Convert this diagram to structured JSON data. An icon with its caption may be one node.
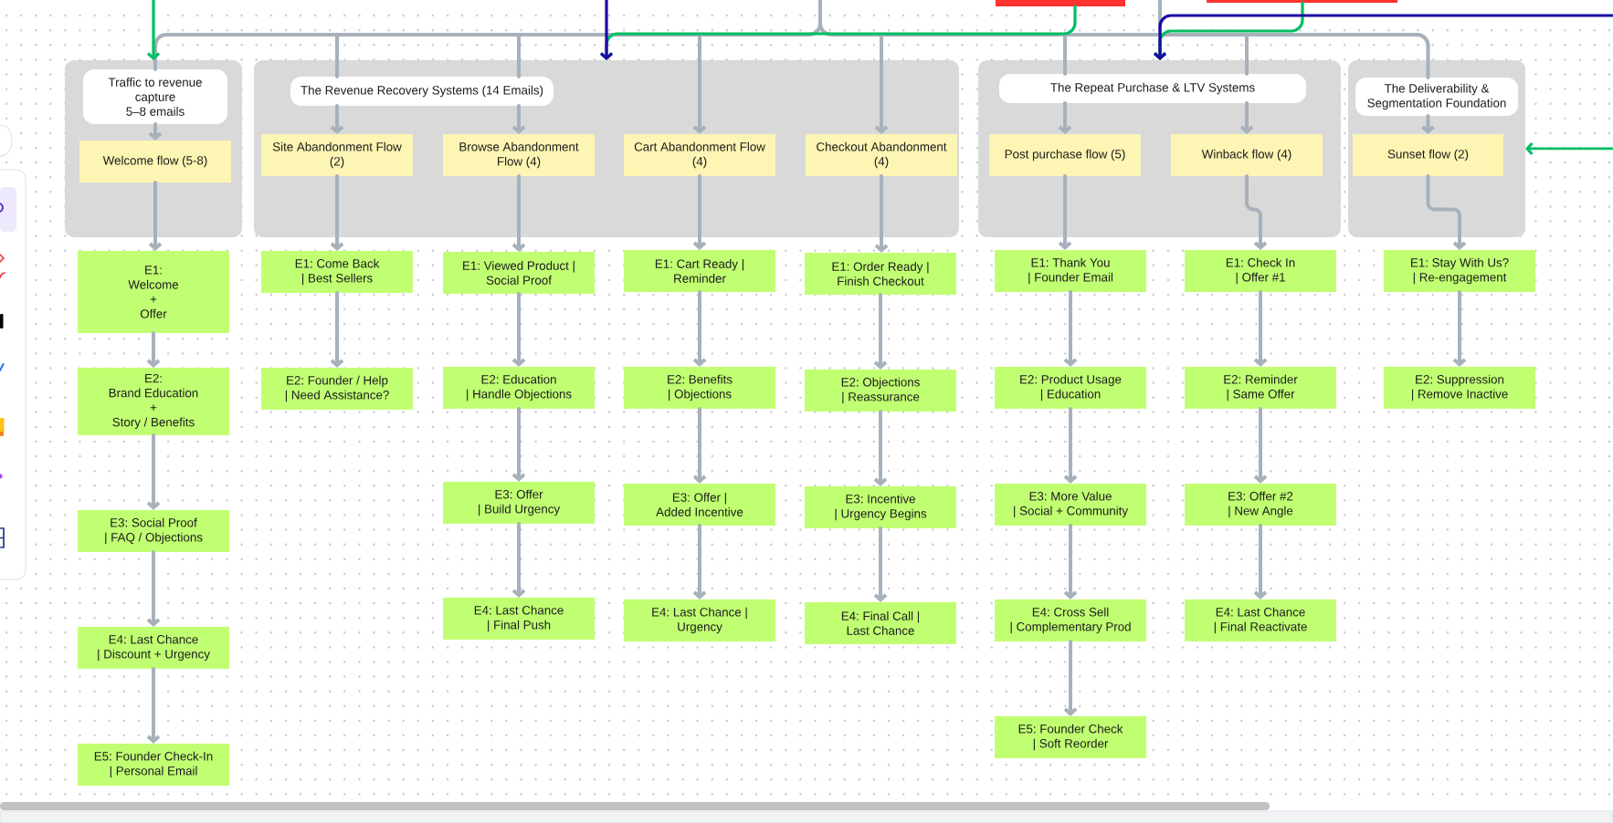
{
  "diagram": {
    "nodes": [
      {
        "text": [],
        "shape": "box"
      },
      {
        "text": [],
        "shape": "box"
      },
      {
        "text": [],
        "shape": "box"
      },
      {
        "text": [
          "Traffic to revenue capture 5–8 emails"
        ],
        "in": 2
      },
      {
        "text": [
          "Welcome flow (5-8)"
        ],
        "in": 2
      },
      {
        "text": [],
        "shape": "box"
      },
      {
        "text": [
          "The Revenue Recovery Systems (14 Emails)"
        ],
        "in": 5
      },
      {
        "text": [
          "Site Abandonment Flow (2)"
        ],
        "in": 5
      },
      {
        "text": [
          "Browse Abandonment Flow (4)"
        ],
        "in": 5
      },
      {
        "text": [
          "Cart Abandonment Flow (4)"
        ],
        "in": 5
      },
      {
        "text": [
          "Checkout Abandonment (4)"
        ],
        "in": 5
      },
      {
        "text": [],
        "shape": "box"
      },
      {
        "text": [
          "The Repeat Purchase & LTV Systems"
        ],
        "in": 11
      },
      {
        "text": [
          "Post purchase flow (5)"
        ],
        "in": 11
      },
      {
        "text": [
          "Winback flow (4)"
        ],
        "in": 11
      },
      {
        "text": [],
        "shape": "box"
      },
      {
        "text": [
          "The Deliverability & Segmentation Foundation"
        ],
        "in": 15
      },
      {
        "text": [
          "Sunset flow (2)"
        ],
        "in": 15
      },
      {
        "text": [
          "E1: Welcome + Offer"
        ]
      },
      {
        "text": [
          "E1: Come Back | Best Sellers"
        ]
      },
      {
        "text": [
          "E1: Viewed Product | Social Proof"
        ]
      },
      {
        "text": [
          "E1: Cart Ready | Reminder"
        ]
      },
      {
        "text": [
          "E1: Order Ready | Finish Checkout"
        ]
      },
      {
        "text": [
          "E1: Thank You | Founder Email"
        ]
      },
      {
        "text": [
          "E1: Check In | Offer #1"
        ]
      },
      {
        "text": [
          "E1: Stay With Us? | Re-engagement"
        ]
      },
      {
        "text": [
          "E2: Brand Education + Story / Benefits"
        ]
      },
      {
        "text": [
          "E2: Founder / Help | Need Assistance?"
        ]
      },
      {
        "text": [
          "E2: Education | Handle Objections"
        ]
      },
      {
        "text": [
          "E2: Benefits | Objections"
        ]
      },
      {
        "text": [
          "E2: Objections | Reassurance"
        ]
      },
      {
        "text": [
          "E2: Product Usage | Education"
        ]
      },
      {
        "text": [
          "E2: Reminder | Same Offer"
        ]
      },
      {
        "text": [
          "E2: Suppression | Remove Inactive"
        ]
      },
      {
        "text": [
          "E3: Social Proof | FAQ / Objections"
        ]
      },
      {
        "text": [
          "E3: Offer | Build Urgency"
        ]
      },
      {
        "text": [
          "E3: Offer | Added Incentive"
        ]
      },
      {
        "text": [
          "E3: Incentive | Urgency Begins"
        ]
      },
      {
        "text": [
          "E3: More Value | Social + Community"
        ]
      },
      {
        "text": [
          "E3: Offer #2 | New Angle"
        ]
      },
      {
        "text": [
          "E4: Last Chance | Discount + Urgency"
        ]
      },
      {
        "text": [
          "E4: Last Chance | Final Push"
        ]
      },
      {
        "text": [
          "E4: Last Chance | Urgency"
        ]
      },
      {
        "text": [
          "E4: Final Call | Last Chance"
        ]
      },
      {
        "text": [
          "E4: Cross Sell | Complementary Prod"
        ]
      },
      {
        "text": [
          "E4: Last Chance | Final Reactivate"
        ]
      },
      {
        "text": [
          "E5: Founder Check-In | Personal Email"
        ]
      },
      {
        "text": [
          "E5: Founder Check | Soft Reorder"
        ]
      }
    ],
    "edges": [
      {
        "from": null,
        "to": 2,
        "arrow": "to",
        "color": "#00bf63"
      },
      {
        "from": null,
        "to": 4,
        "arrow": "to"
      },
      {
        "from": null,
        "to": 7,
        "arrow": "to"
      },
      {
        "from": null,
        "to": 8,
        "arrow": "to"
      },
      {
        "from": null,
        "to": 9,
        "arrow": "to"
      },
      {
        "from": null,
        "to": 10,
        "arrow": "to"
      },
      {
        "from": null,
        "to": 13,
        "arrow": "to"
      },
      {
        "from": null,
        "to": 14,
        "arrow": "to"
      },
      {
        "from": null,
        "to": 17,
        "arrow": "to"
      },
      {
        "from": null,
        "to": 5,
        "arrow": "to",
        "color": "#1a0aa3"
      },
      {
        "from": 0,
        "to": 5,
        "arrow": "to",
        "color": "#00bf63"
      },
      {
        "from": null,
        "to": 11,
        "arrow": "to"
      },
      {
        "from": 1,
        "to": 11,
        "arrow": "to",
        "color": "#00bf63"
      },
      {
        "from": null,
        "to": 11,
        "arrow": "to",
        "color": "#1a0aa3"
      },
      {
        "from": null,
        "to": 15,
        "arrow": "to",
        "color": "#00bf63"
      },
      {
        "from": 4,
        "to": 18,
        "arrow": "to"
      },
      {
        "from": 18,
        "to": 26,
        "arrow": "to"
      },
      {
        "from": 26,
        "to": 34,
        "arrow": "to"
      },
      {
        "from": 34,
        "to": 40,
        "arrow": "to"
      },
      {
        "from": 40,
        "to": 46,
        "arrow": "to"
      },
      {
        "from": 7,
        "to": 19,
        "arrow": "to"
      },
      {
        "from": 19,
        "to": 27,
        "arrow": "to"
      },
      {
        "from": 8,
        "to": 20,
        "arrow": "to"
      },
      {
        "from": 20,
        "to": 28,
        "arrow": "to"
      },
      {
        "from": 28,
        "to": 35,
        "arrow": "to"
      },
      {
        "from": 35,
        "to": 41,
        "arrow": "to"
      },
      {
        "from": 9,
        "to": 21,
        "arrow": "to"
      },
      {
        "from": 21,
        "to": 29,
        "arrow": "to"
      },
      {
        "from": 29,
        "to": 36,
        "arrow": "to"
      },
      {
        "from": 36,
        "to": 42,
        "arrow": "to"
      },
      {
        "from": 10,
        "to": 22,
        "arrow": "to"
      },
      {
        "from": 22,
        "to": 30,
        "arrow": "to"
      },
      {
        "from": 30,
        "to": 37,
        "arrow": "to"
      },
      {
        "from": 37,
        "to": 43,
        "arrow": "to"
      },
      {
        "from": 13,
        "to": 23,
        "arrow": "to"
      },
      {
        "from": 23,
        "to": 31,
        "arrow": "to"
      },
      {
        "from": 31,
        "to": 38,
        "arrow": "to"
      },
      {
        "from": 38,
        "to": 44,
        "arrow": "to"
      },
      {
        "from": 44,
        "to": 47,
        "arrow": "to"
      },
      {
        "from": 14,
        "to": 24,
        "arrow": "to"
      },
      {
        "from": 24,
        "to": 32,
        "arrow": "to"
      },
      {
        "from": 32,
        "to": 39,
        "arrow": "to"
      },
      {
        "from": 39,
        "to": 45,
        "arrow": "to"
      },
      {
        "from": 17,
        "to": 25,
        "arrow": "to"
      },
      {
        "from": 25,
        "to": 33,
        "arrow": "to"
      }
    ]
  }
}
